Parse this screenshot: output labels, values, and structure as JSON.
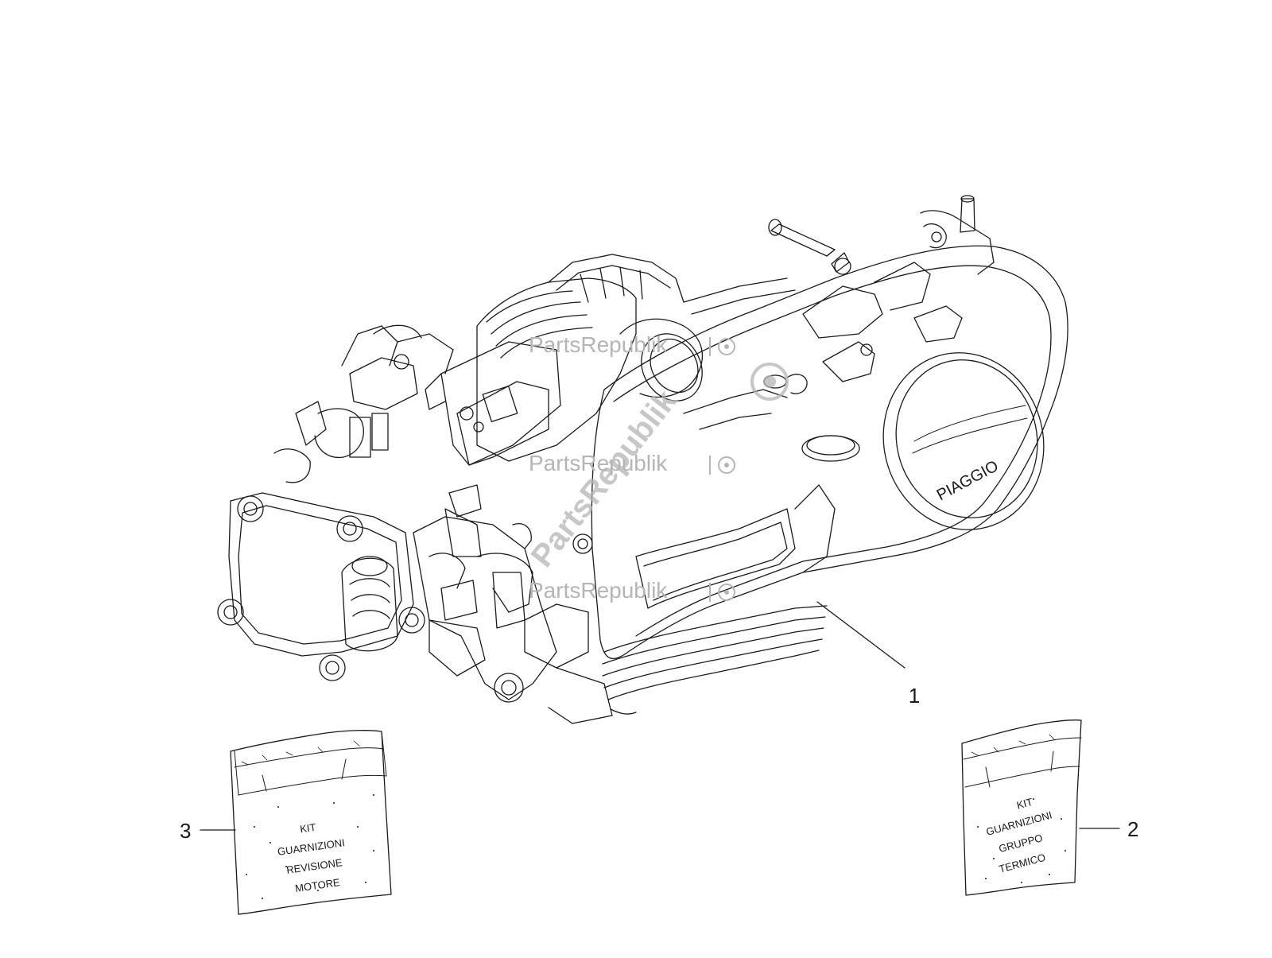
{
  "diagram": {
    "callouts": [
      {
        "id": "callout-1",
        "label": "1"
      },
      {
        "id": "callout-2",
        "label": "2"
      },
      {
        "id": "callout-3",
        "label": "3"
      }
    ],
    "engine": {
      "brand_mark": "PIAGGIO"
    },
    "kit_gruppo_termico": {
      "lines": [
        "KIT",
        "GUARNIZIONI",
        "GRUPPO",
        "TERMICO"
      ]
    },
    "kit_revisione_motore": {
      "lines": [
        "KIT",
        "GUARNIZIONI",
        "REVISIONE",
        "MOTORE"
      ]
    }
  },
  "watermark": {
    "text": "PartsRepublik",
    "repeat_count": 3,
    "diagonal_text": "PartsRepublik"
  },
  "colors": {
    "line": "#1a1a1a",
    "watermark": "#b5b5b5",
    "background": "#ffffff"
  }
}
